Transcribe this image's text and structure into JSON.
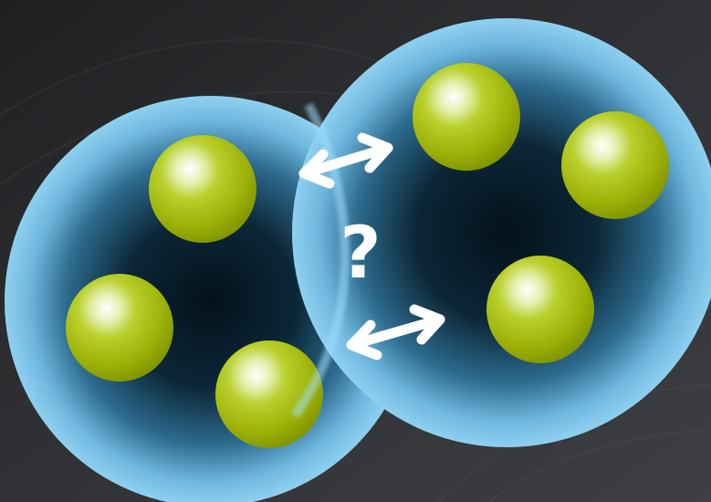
{
  "diagram": {
    "question_mark": "?",
    "colors": {
      "background": "#2f3034",
      "nucleon_shell": "#7cc3e8",
      "nucleon_core": "#03121c",
      "quark": "#a3bb08",
      "quark_highlight": "#ffffff",
      "arrow": "#ffffff"
    },
    "particles": [
      {
        "name": "left-particle",
        "quark_count": 3
      },
      {
        "name": "right-particle",
        "quark_count": 3
      }
    ],
    "interactions": [
      {
        "name": "upper-interaction-arrow",
        "type": "double-headed"
      },
      {
        "name": "lower-interaction-arrow",
        "type": "double-headed"
      }
    ]
  }
}
